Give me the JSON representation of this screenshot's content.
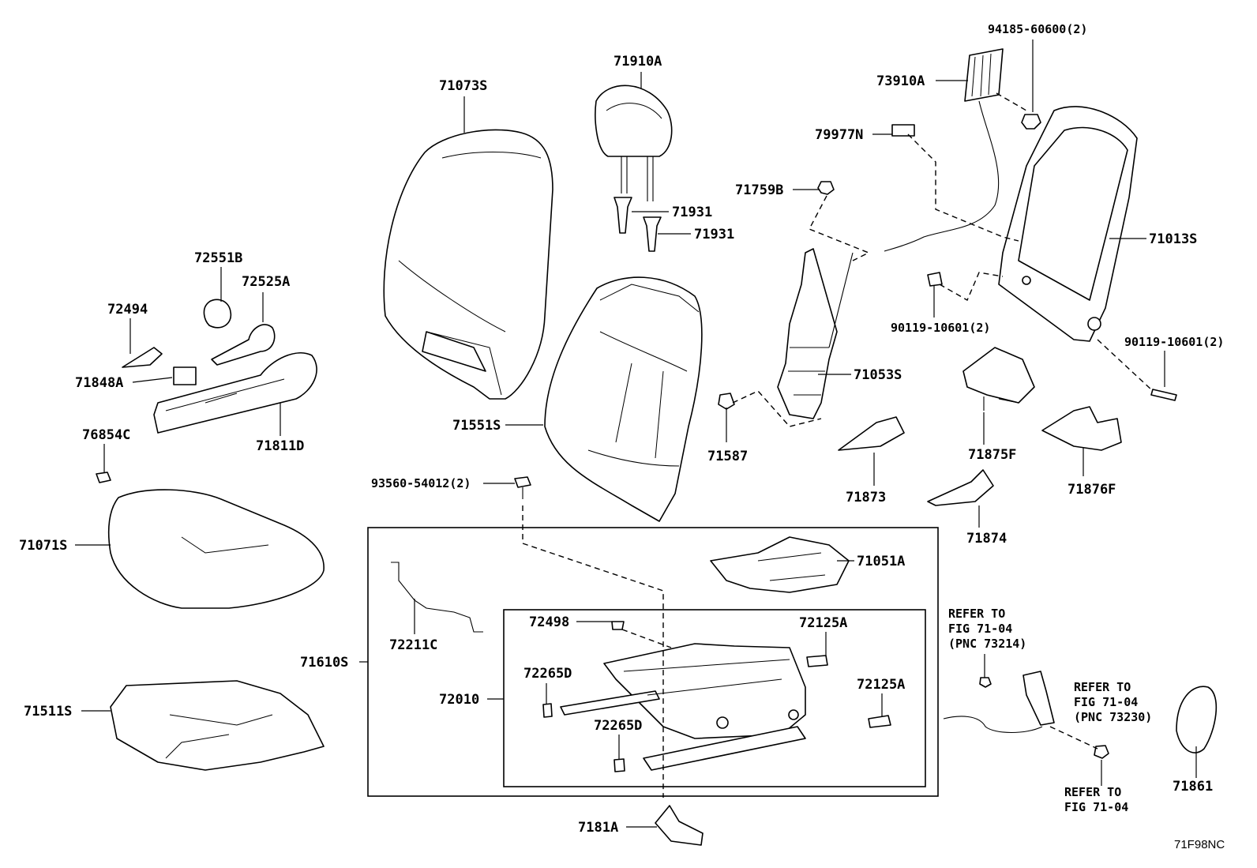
{
  "diagram_code": "71F98NC",
  "labels": {
    "p71073S": "71073S",
    "p71910A": "71910A",
    "p71931a": "71931",
    "p71931b": "71931",
    "p94185": "94185-60600(2)",
    "p73910A": "73910A",
    "p79977N": "79977N",
    "p71759B": "71759B",
    "p71013S": "71013S",
    "p90119a": "90119-10601(2)",
    "p90119b": "90119-10601(2)",
    "p72551B": "72551B",
    "p72525A": "72525A",
    "p72494": "72494",
    "p71848A": "71848A",
    "p76854C": "76854C",
    "p71811D": "71811D",
    "p71551S": "71551S",
    "p71053S": "71053S",
    "p71587": "71587",
    "p71873": "71873",
    "p71875F": "71875F",
    "p71876F": "71876F",
    "p71874": "71874",
    "p93560": "93560-54012(2)",
    "p71071S": "71071S",
    "p71051A": "71051A",
    "p72211C": "72211C",
    "p72498": "72498",
    "p72125Aa": "72125A",
    "p72125Ab": "72125A",
    "p72265Da": "72265D",
    "p72265Db": "72265D",
    "p71610S": "71610S",
    "p72010": "72010",
    "p71511S": "71511S",
    "p7181A": "7181A",
    "p71861": "71861"
  },
  "refs": {
    "ref1": [
      "REFER TO",
      "FIG 71-04",
      "(PNC 73214)"
    ],
    "ref2": [
      "REFER TO",
      "FIG 71-04",
      "(PNC 73230)"
    ],
    "ref3": [
      "REFER TO",
      "FIG 71-04"
    ]
  }
}
